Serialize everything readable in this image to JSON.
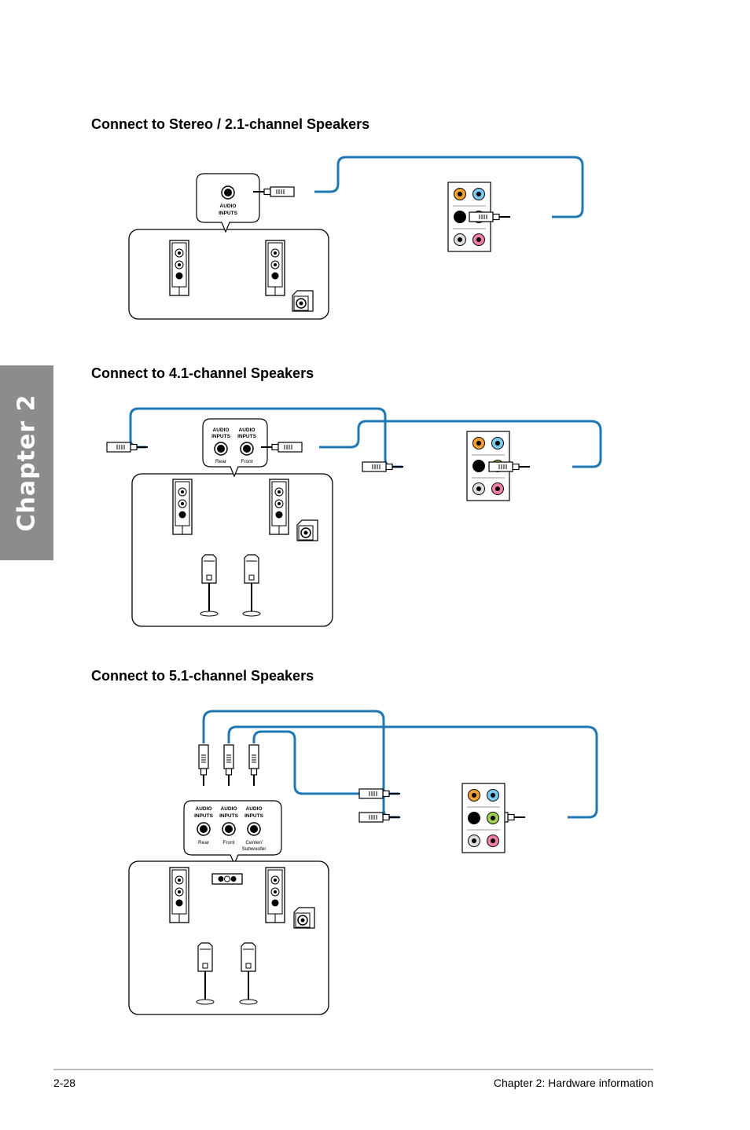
{
  "chapter_tab": "Chapter 2",
  "sections": [
    {
      "heading": "Connect to Stereo / 2.1-channel Speakers"
    },
    {
      "heading": "Connect to 4.1-channel Speakers"
    },
    {
      "heading": "Connect to 5.1-channel Speakers"
    }
  ],
  "labels": {
    "audio": "AUDIO",
    "inputs": "INPUTS",
    "rear": "Rear",
    "front": "Front",
    "center": "Center/",
    "subwoofer": "Subwoofer"
  },
  "footer": {
    "page_number": "2-28",
    "chapter_title": "Chapter 2: Hardware information"
  },
  "colors": {
    "cable": "#1f78b4",
    "jack_orange": "#f0a030",
    "jack_blue": "#7cc8f0",
    "jack_black": "#000000",
    "jack_green": "#a0d050",
    "jack_gray": "#dddddd",
    "jack_pink": "#f080a8",
    "tab": "#8c8c8c"
  }
}
